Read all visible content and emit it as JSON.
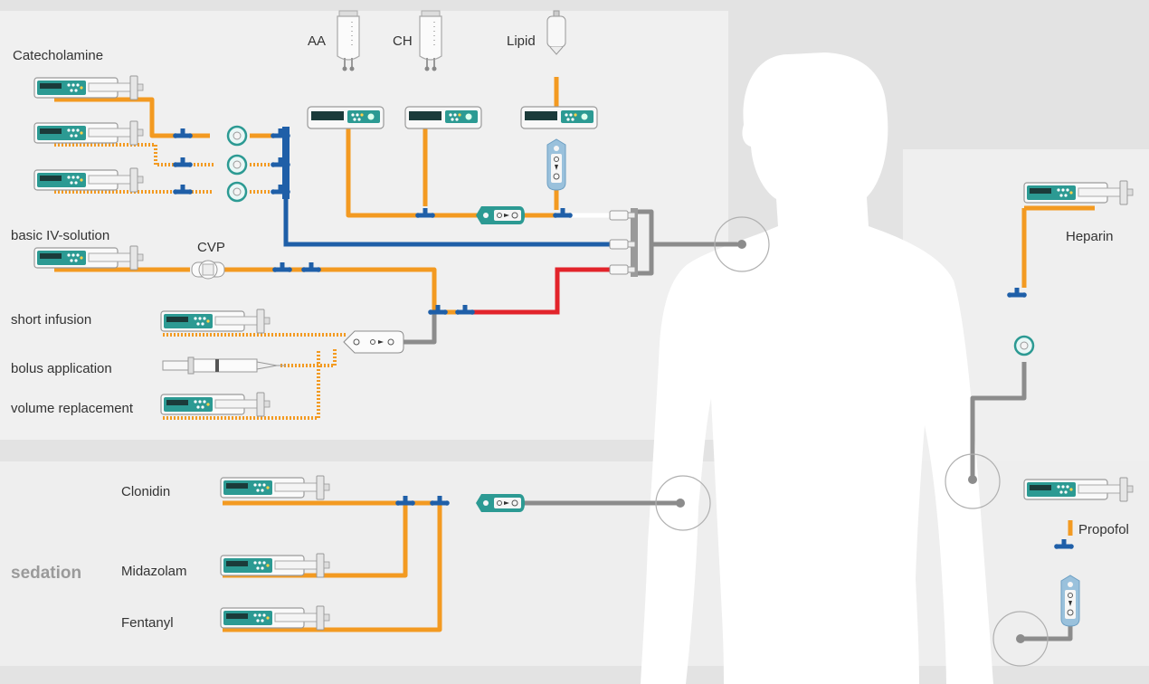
{
  "labels": {
    "catecholamine": "Catecholamine",
    "aa": "AA",
    "ch": "CH",
    "lipid": "Lipid",
    "basic_iv": "basic IV-solution",
    "cvp": "CVP",
    "short_infusion": "short infusion",
    "bolus": "bolus application",
    "volume": "volume replacement",
    "heparin": "Heparin",
    "propofol": "Propofol",
    "clonidin": "Clonidin",
    "midazolam": "Midazolam",
    "fentanyl": "Fentanyl",
    "sedation": "sedation"
  },
  "colors": {
    "background": "#e3e3e3",
    "panel": "#f0f0f0",
    "orange_line": "#f39a21",
    "blue_line": "#1f5fa8",
    "red_line": "#e2242b",
    "grey_line": "#8c8c8c",
    "pump_teal": "#2c9a93",
    "body": "#ffffff"
  },
  "icons": [
    "syringe-pump-icon",
    "volumetric-pump-icon",
    "infusion-bag-icon",
    "lipid-bottle-icon",
    "filter-icon",
    "three-way-stopcock-icon",
    "connector-icon",
    "catheter-hub-icon",
    "cvp-transducer-icon",
    "manual-syringe-icon",
    "puncture-site-icon"
  ]
}
